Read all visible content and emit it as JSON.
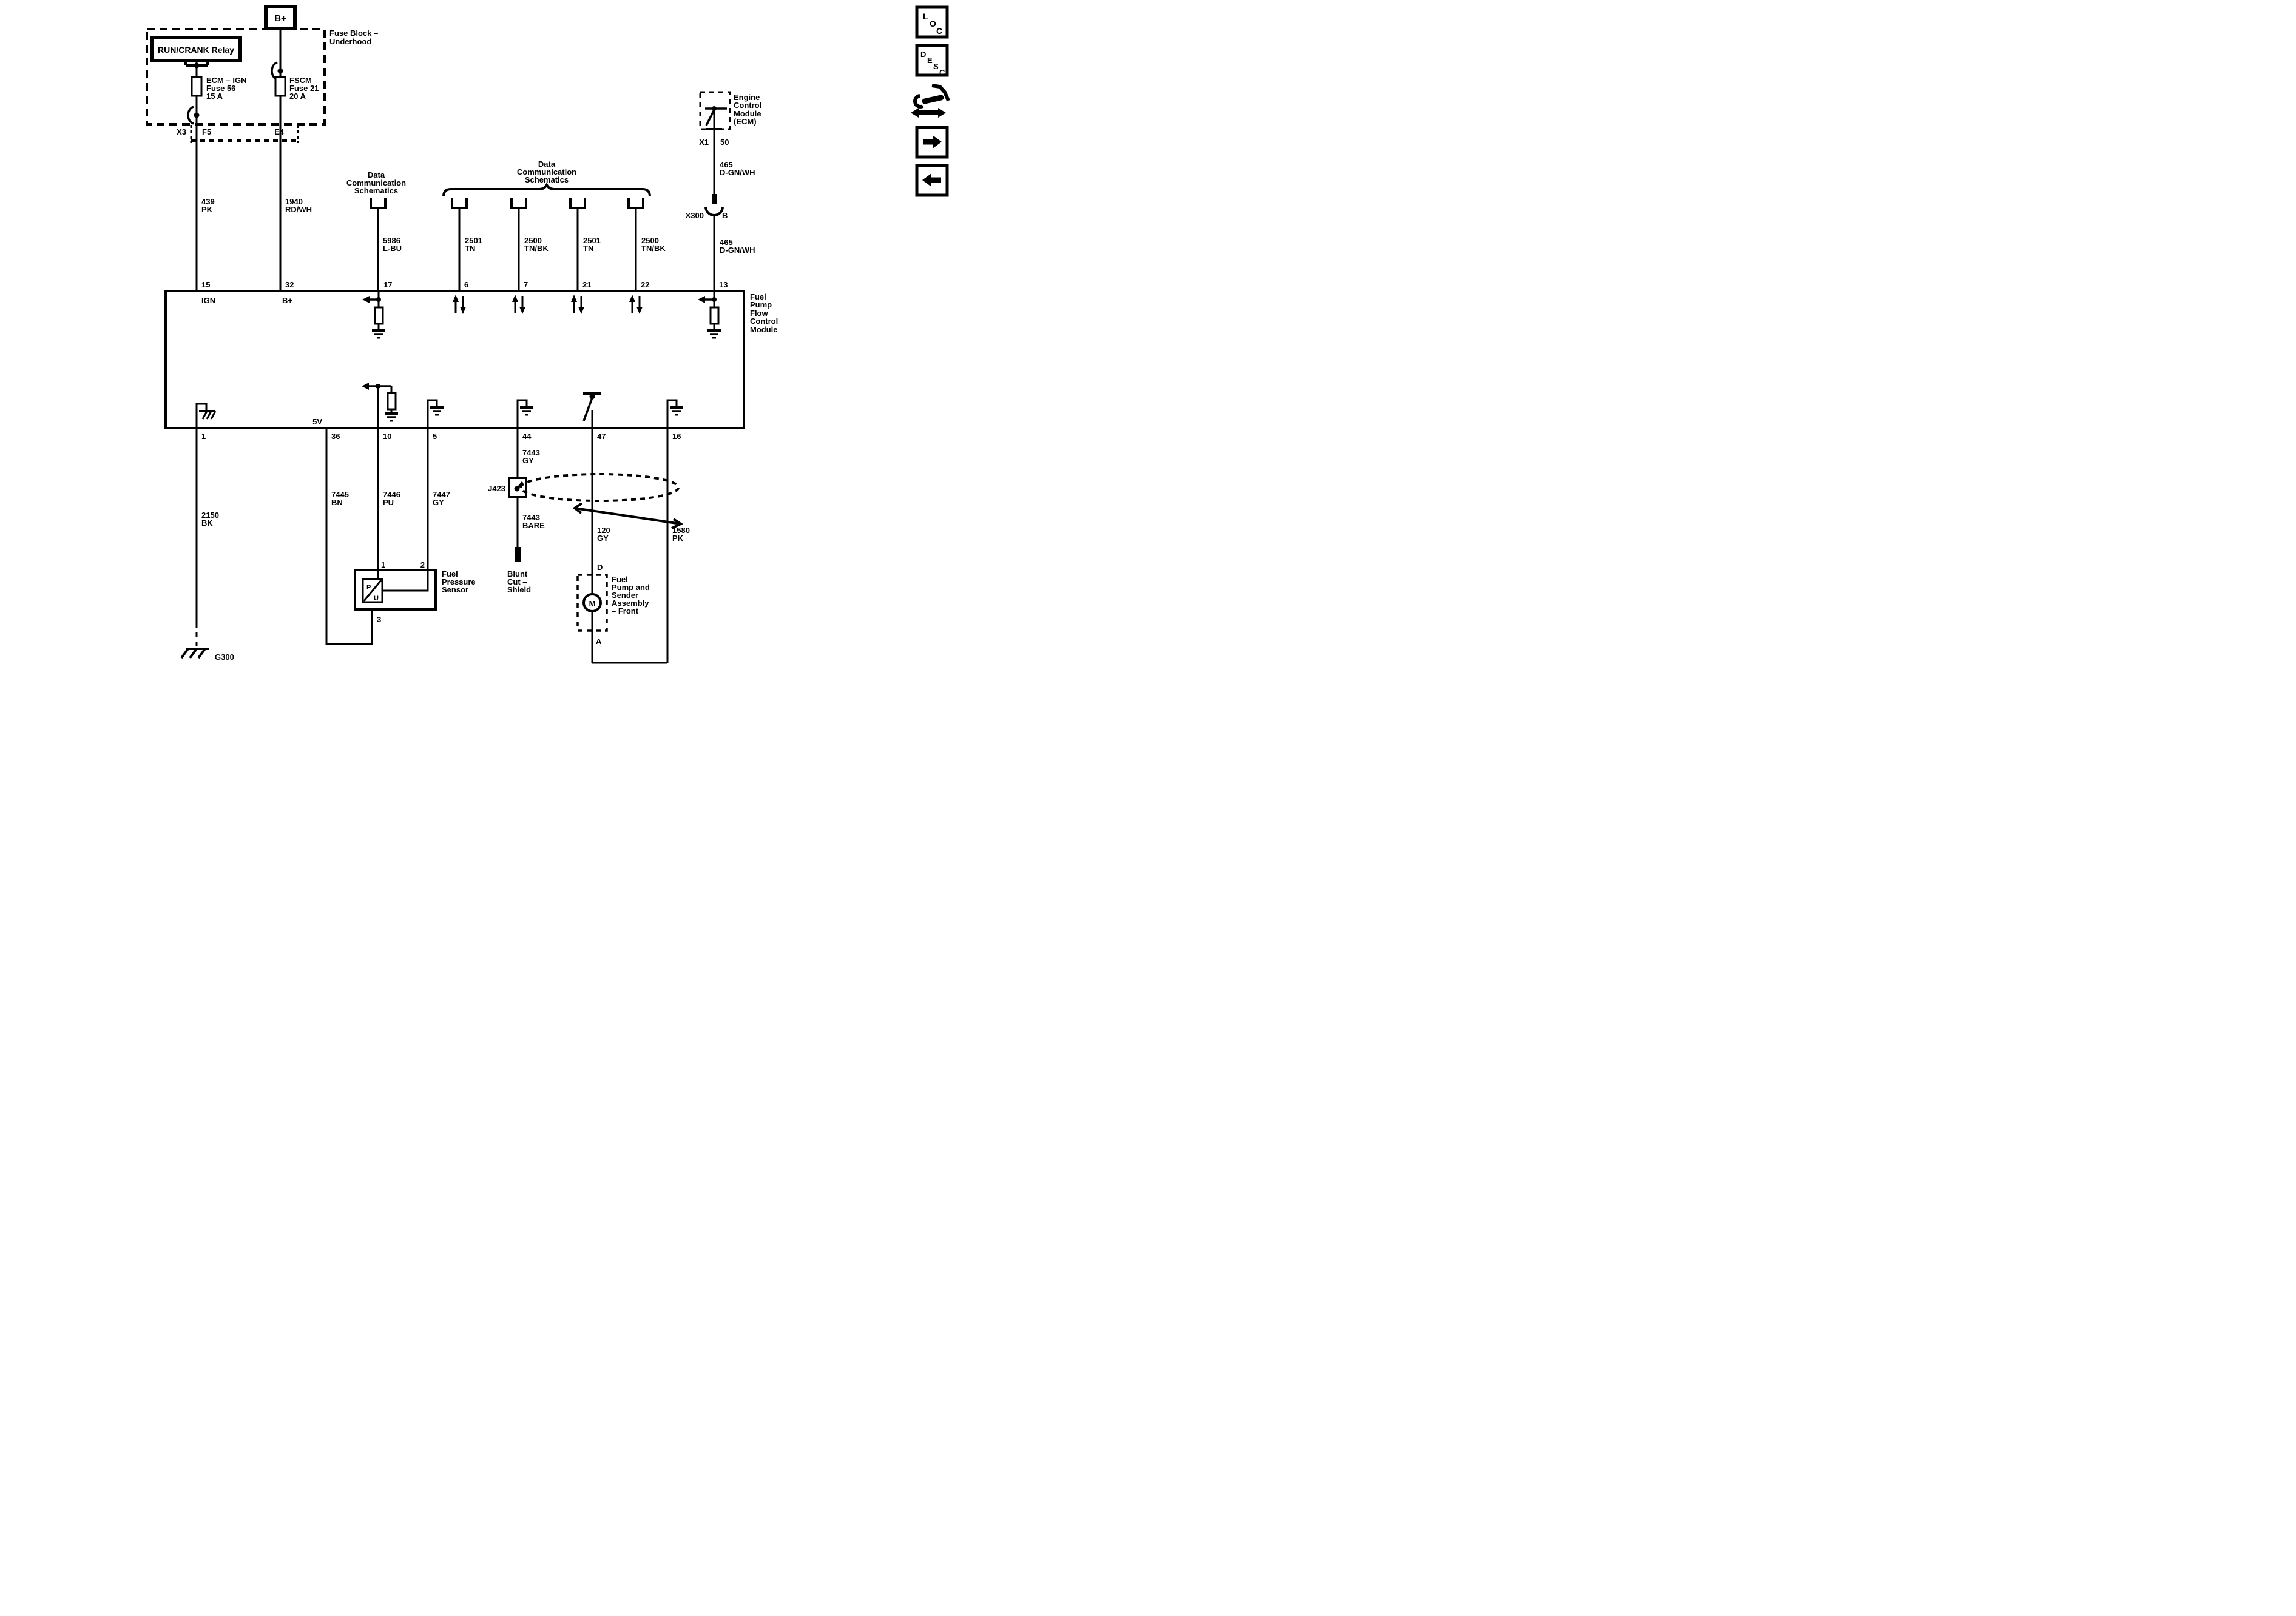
{
  "colors": {
    "ink": "#000000",
    "bg": "#ffffff"
  },
  "sidebar": {
    "loc_letters": [
      "L",
      "O",
      "C"
    ],
    "desc_letters": [
      "D",
      "E",
      "S",
      "C"
    ]
  },
  "fuse_block": {
    "title": [
      "Fuse Block –",
      "Underhood"
    ],
    "relay": "RUN/CRANK Relay",
    "bplus": "B+",
    "fuse56": [
      "ECM – IGN",
      "Fuse 56",
      "15 A"
    ],
    "fuse21": [
      "FSCM",
      "Fuse 21",
      "20 A"
    ],
    "x3": "X3",
    "f5": "F5",
    "e4": "E4"
  },
  "data_comm_left": [
    "Data",
    "Communication",
    "Schematics"
  ],
  "data_comm_right": [
    "Data",
    "Communication",
    "Schematics"
  ],
  "wires": {
    "w439": [
      "439",
      "PK"
    ],
    "w1940": [
      "1940",
      "RD/WH"
    ],
    "w5986": [
      "5986",
      "L-BU"
    ],
    "w2501a": [
      "2501",
      "TN"
    ],
    "w2500a": [
      "2500",
      "TN/BK"
    ],
    "w2501b": [
      "2501",
      "TN"
    ],
    "w2500b": [
      "2500",
      "TN/BK"
    ],
    "w465a": [
      "465",
      "D-GN/WH"
    ],
    "w465b": [
      "465",
      "D-GN/WH"
    ],
    "w2150": [
      "2150",
      "BK"
    ],
    "w7445": [
      "7445",
      "BN"
    ],
    "w7446": [
      "7446",
      "PU"
    ],
    "w7447": [
      "7447",
      "GY"
    ],
    "w7443gy": [
      "7443",
      "GY"
    ],
    "w7443bare": [
      "7443",
      "BARE"
    ],
    "w120": [
      "120",
      "GY"
    ],
    "w1580": [
      "1580",
      "PK"
    ]
  },
  "ecm": {
    "label": [
      "Engine",
      "Control",
      "Module",
      "(ECM)"
    ],
    "x1": "X1",
    "p50": "50",
    "x300": "X300",
    "b": "B"
  },
  "module": {
    "label": [
      "Fuel",
      "Pump",
      "Flow",
      "Control",
      "Module"
    ],
    "top_pins": [
      "15",
      "32",
      "17",
      "6",
      "7",
      "21",
      "22",
      "13"
    ],
    "ign": "IGN",
    "bplus": "B+",
    "v5": "5V",
    "bottom_pins": [
      "1",
      "36",
      "10",
      "5",
      "44",
      "47",
      "16"
    ]
  },
  "sensor": {
    "label": [
      "Fuel",
      "Pressure",
      "Sensor"
    ],
    "p1": "1",
    "p2": "2",
    "p3": "3",
    "p": "P",
    "u": "U"
  },
  "pump": {
    "label": [
      "Fuel",
      "Pump and",
      "Sender",
      "Assembly",
      "– Front"
    ],
    "d": "D",
    "a": "A",
    "m": "M"
  },
  "splice": {
    "j423": "J423"
  },
  "blunt": [
    "Blunt",
    "Cut –",
    "Shield"
  ],
  "g300": "G300"
}
